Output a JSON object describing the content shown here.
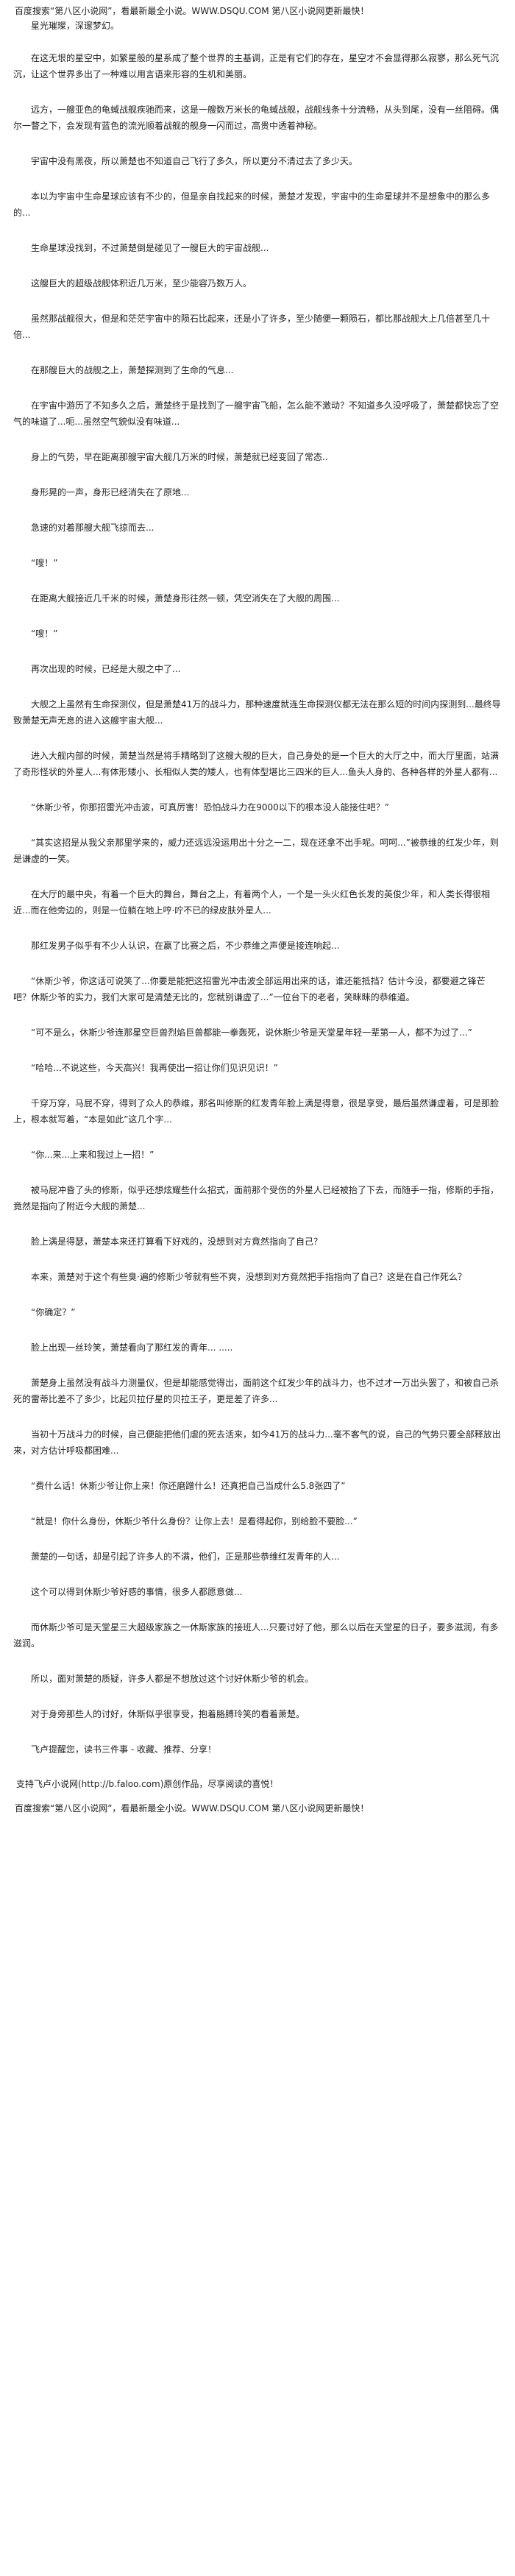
{
  "banner_top": "百度搜索“第八区小说网”，看最新最全小说。WWW.DSQU.COM  第八区小说网更新最快！",
  "paragraphs": [
    "星光璀璨，深邃梦幻。",
    "在这无垠的星空中，如繁星般的星系成了整个世界的主基调，正是有它们的存在，星空才不会显得那么寂寥，那么死气沉沉，让这个世界多出了一种难以用言语来形容的生机和美丽。",
    "远方，一艘亚色的龟蜮战舰疾驰而来，这是一艘数万米长的龟蜮战舰，战舰线条十分流畅，从头到尾，没有一丝阻碍。偶尔一瞥之下，会发现有蓝色的流光顺着战舰的舰身一闪而过，高贵中透着神秘。",
    "宇宙中没有黑夜，所以萧楚也不知道自己飞行了多久，所以更分不清过去了多少天。",
    "本以为宇宙中生命星球应该有不少的，但是亲自找起来的时候，萧楚才发现，宇宙中的生命星球并不是想象中的那么多的...",
    "生命星球没找到，不过萧楚倒是碰见了一艘巨大的宇宙战舰...",
    "这艘巨大的超级战舰体积近几万米，至少能容乃数万人。",
    "虽然那战舰很大，但是和茫茫宇宙中的陨石比起来，还是小了许多，至少随便一颗陨石，都比那战舰大上几倍甚至几十倍...",
    "在那艘巨大的战舰之上，萧楚探测到了生命的气息...",
    "在宇宙中游历了不知多久之后，萧楚终于是找到了一艘宇宙飞船，怎么能不激动？不知道多久没呼吸了，萧楚都快忘了空气的味道了...呃...虽然空气貌似没有味道...",
    "身上的气势，早在距离那艘宇宙大舰几万米的时候，萧楚就已经变回了常态..",
    "身形晃的一声，身形已经消失在了原地...",
    "急速的对着那艘大舰飞掠而去...",
    "“嗖！”",
    "在距离大舰接近几千米的时候，萧楚身形往然一顿，凭空消失在了大舰的周围...",
    "“嗖！”",
    "再次出现的时候，已经是大舰之中了...",
    "大舰之上虽然有生命探测仪，但是萧楚41万的战斗力，那种速度就连生命探测仪都无法在那么短的时间内探测到...最终导致萧楚无声无息的进入这艘宇宙大舰...",
    "进入大舰内部的时候，萧楚当然是将手精略到了这艘大舰的巨大，自己身处的是一个巨大的大厅之中，而大厅里面，站满了奇形怪状的外星人...有体形矮小、长相似人类的矮人，也有体型堪比三四米的巨人...鱼头人身的、各种各样的外星人都有...",
    "“休斯少爷，你那招雷光冲击波，可真厉害！恐怕战斗力在9000以下的根本没人能接住吧？”",
    "“其实这招是从我父亲那里学来的，威力还远远没运用出十分之一二，现在还拿不出手呢。呵呵...”被恭维的红发少年，则是谦虚的一笑。",
    "在大厅的最中央，有着一个巨大的舞台，舞台之上，有着两个人，一个是一头火红色长发的英俊少年，和人类长得很相近...而在他旁边的，则是一位躺在地上哼·咛不已的绿皮肤外星人...",
    "那红发男子似乎有不少人认识，在赢了比赛之后，不少恭维之声便是接连响起...",
    "“休斯少爷，你这话可说笑了...你要是能把这招雷光冲击波全部运用出来的话，谁还能抵挡？估计今没，都要避之锋芒吧？休斯少爷的实力，我们大家可是清楚无比的，您就别谦虚了...”一位台下的老者，笑眯眯的恭维道。",
    "“可不是么，休斯少爷连那星空巨兽烈焰巨兽都能一拳轰死，说休斯少爷是天堂星年轻一辈第一人，都不为过了...”",
    "“哈哈...不说这些，今天高兴！我再使出一招让你们见识见识！”",
    "千穿万穿，马屁不穿，得到了众人的恭维，那名叫修斯的红发青年脸上满是得意，很是享受，最后虽然谦虚着，可是那脸上，根本就写着，“本是如此”这几个字...",
    "“你...来...上来和我过上一招！”",
    "被马屁冲昏了头的修斯，似乎还想炫耀些什么招式，面前那个受伤的外星人已经被抬了下去，而随手一指，修斯的手指，竟然是指向了附近今大舰的萧楚...",
    "脸上满是得瑟，萧楚本来还打算看下好戏的，没想到对方竟然指向了自己？",
    "本来，萧楚对于这个有些臭·遍的修斯少爷就有些不爽，没想到对方竟然把手指指向了自己？这是在自己作死么？",
    "“你确定？”",
    "脸上出现一丝玲笑，萧楚看向了那红发的青年... .....",
    "萧楚身上虽然没有战斗力测量仪，但是却能感觉得出，面前这个红发少年的战斗力，也不过才一万出头罢了，和被自己杀死的雷蒂比差不了多少，比起贝拉仔星的贝拉王子，更是差了许多...",
    "当初十万战斗力的时候，自己便能把他们虐的死去活来，如今41万的战斗力...毫不客气的说，自己的气势只要全部释放出来，对方估计呼吸都困难...",
    "“费什么话！休斯少爷让你上来！你还磨蹭什么！还真把自己当成什么5.8张四了”",
    "“就是！你什么身份，休斯少爷什么身份？让你上去！是看得起你，别给脸不要脸...”",
    "萧楚的一句话，却是引起了许多人的不满，他们，正是那些恭维红发青年的人...",
    "这个可以得到休斯少爷好感的事情，很多人都愿意做...",
    "而休斯少爷可是天堂星三大超级家族之一休斯家族的接班人...只要讨好了他，那么以后在天堂星的日子，要多滋润，有多滋润。",
    "所以，面对萧楚的质疑，许多人都是不想放过这个讨好休斯少爷的机会。",
    "对于身旁那些人的讨好，休斯似乎很享受，抱着胳膊玲笑的看着萧楚。",
    "飞卢提醒您，读书三件事 - 收藏、推荐、分享！"
  ],
  "footer_support": "支持飞卢小说网(http://b.faloo.com)原创作品，尽享阅读的喜悦！",
  "banner_bottom": "百度搜索“第八区小说网”，看最新最全小说。WWW.DSQU.COM  第八区小说网更新最快！"
}
